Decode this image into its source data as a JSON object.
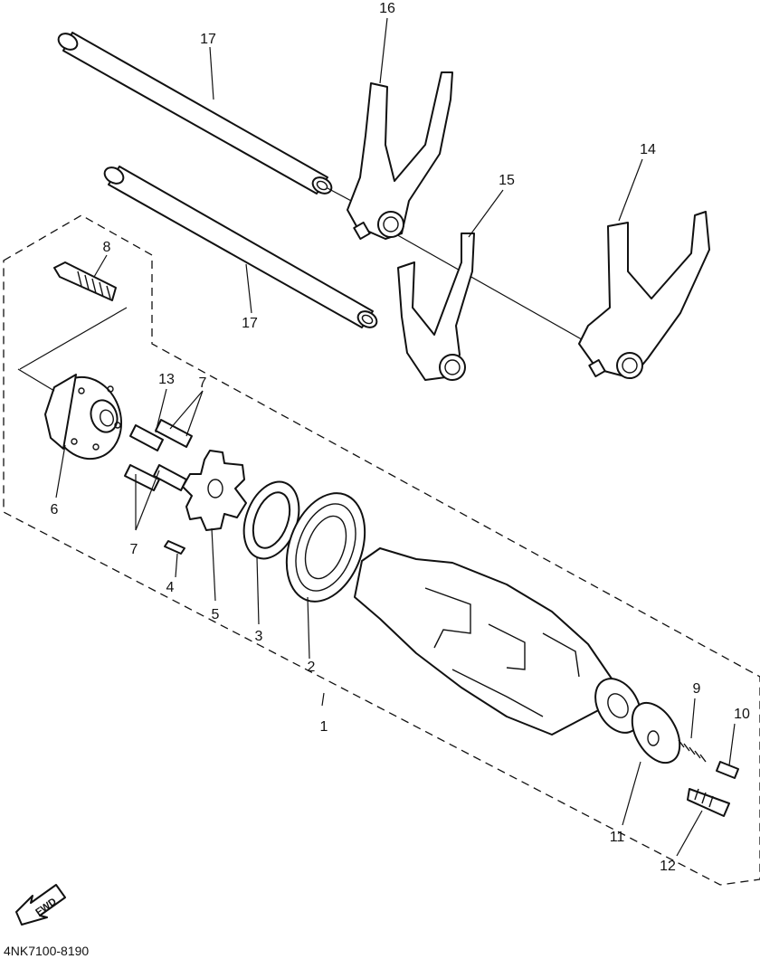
{
  "diagram_code": "4NK7100-8190",
  "fwd_label": "FWD",
  "callouts": {
    "c1": "1",
    "c2": "2",
    "c3": "3",
    "c4": "4",
    "c5": "5",
    "c6": "6",
    "c7a": "7",
    "c7b": "7",
    "c8": "8",
    "c9": "9",
    "c10": "10",
    "c11": "11",
    "c12": "12",
    "c13": "13",
    "c14": "14",
    "c15": "15",
    "c16": "16",
    "c17a": "17",
    "c17b": "17"
  }
}
